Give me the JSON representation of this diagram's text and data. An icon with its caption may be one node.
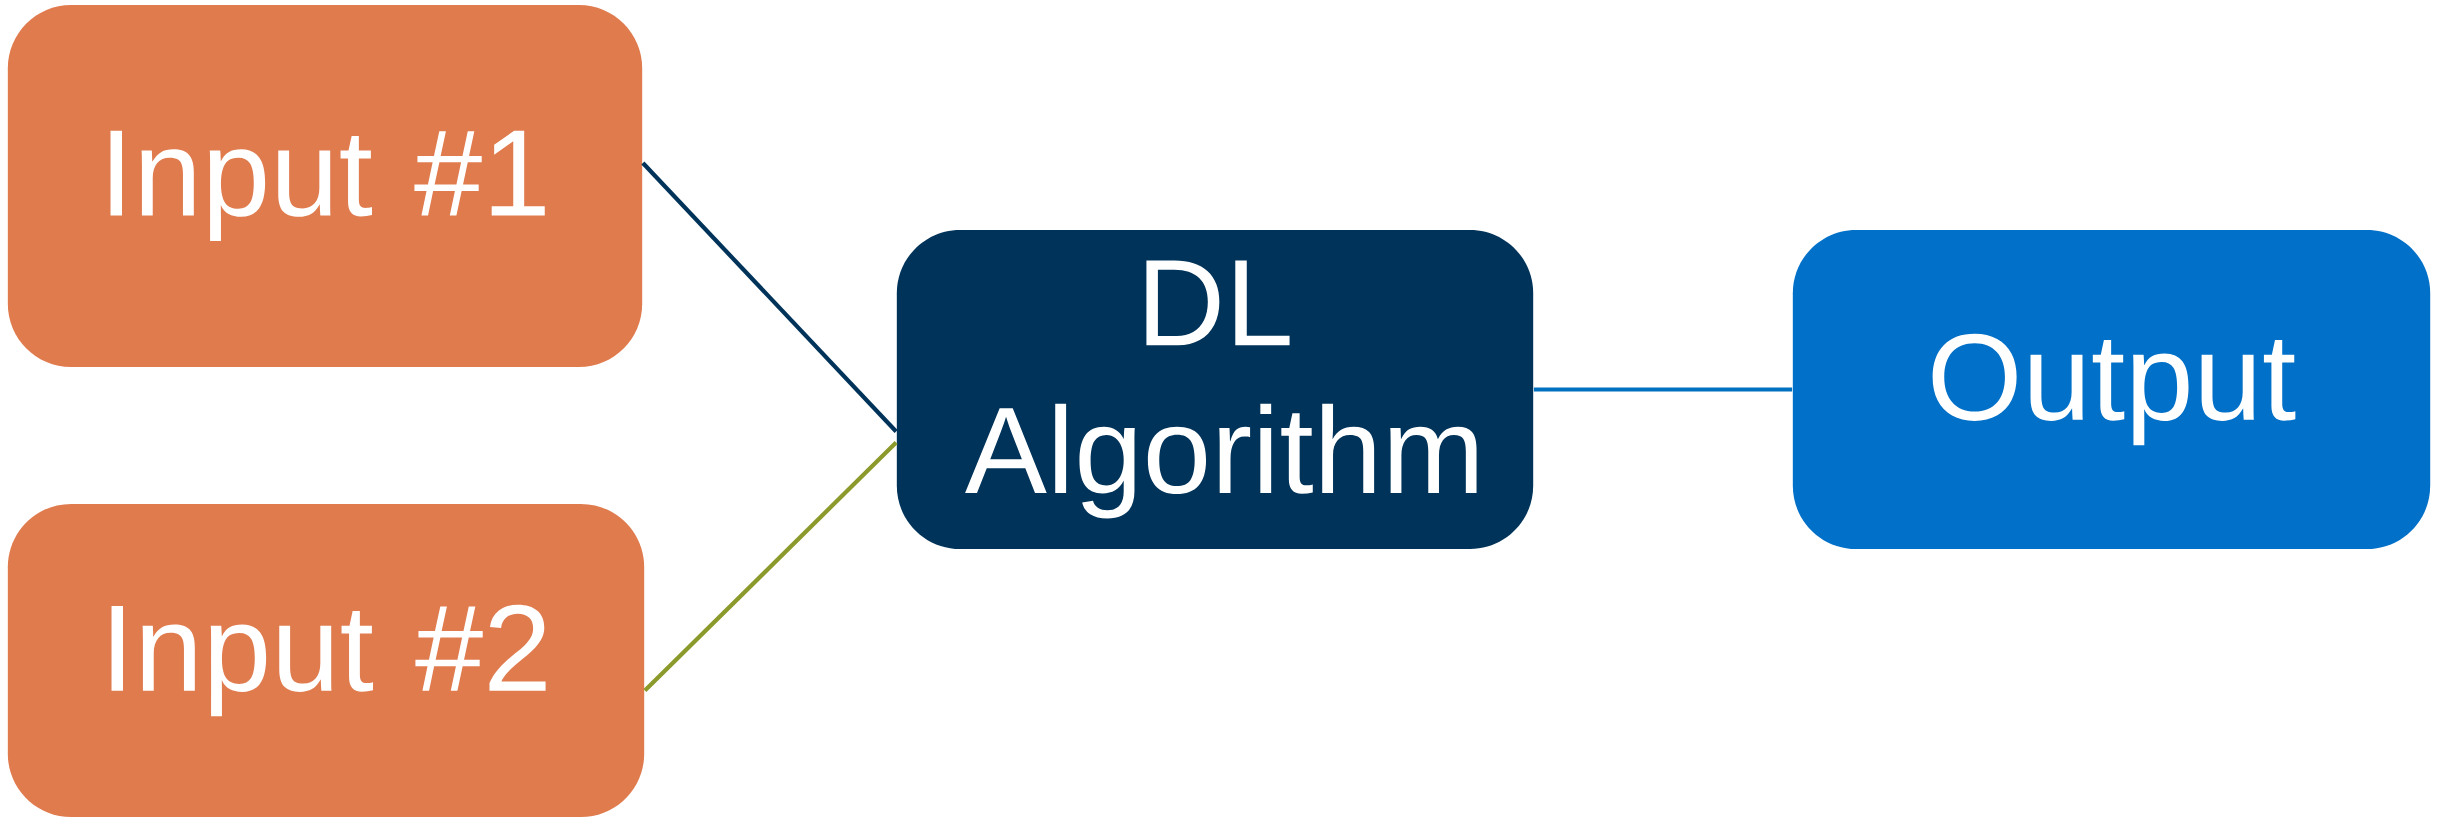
{
  "diagram": {
    "nodes": [
      {
        "text": [
          "Input #1"
        ]
      },
      {
        "text": [
          "Input #2"
        ]
      },
      {
        "text": [
          "DL Algorithm"
        ]
      },
      {
        "text": [
          "Output"
        ]
      }
    ],
    "edges": [
      {
        "from": 0,
        "to": 2,
        "arrow": "none",
        "color": "#003359"
      },
      {
        "from": 1,
        "to": 2,
        "arrow": "none",
        "color": "#8c9a2c"
      },
      {
        "from": 2,
        "to": 3,
        "arrow": "none",
        "color": "#0070c0"
      }
    ]
  }
}
